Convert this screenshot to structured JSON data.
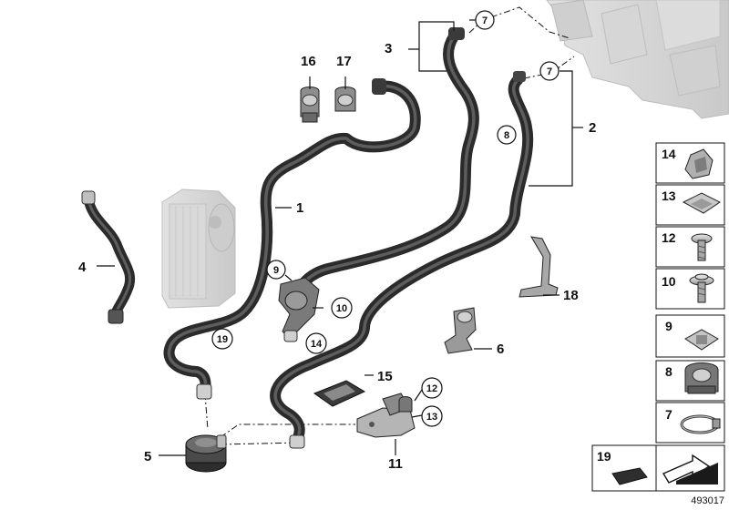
{
  "diagram": {
    "document_number": "493017",
    "callouts": {
      "p1": "1",
      "p2": "2",
      "p3": "3",
      "p4": "4",
      "p5": "5",
      "p6": "6",
      "p11": "11",
      "p15": "15",
      "p16": "16",
      "p17": "17",
      "p18": "18"
    },
    "circled_callouts": {
      "c7a": "7",
      "c7b": "7",
      "c8": "8",
      "c9": "9",
      "c10": "10",
      "c12": "12",
      "c13": "13",
      "c14": "14",
      "c19": "19"
    },
    "side_panel": [
      "14",
      "13",
      "12",
      "10",
      "9",
      "8",
      "7"
    ],
    "bottom_item": "19"
  }
}
